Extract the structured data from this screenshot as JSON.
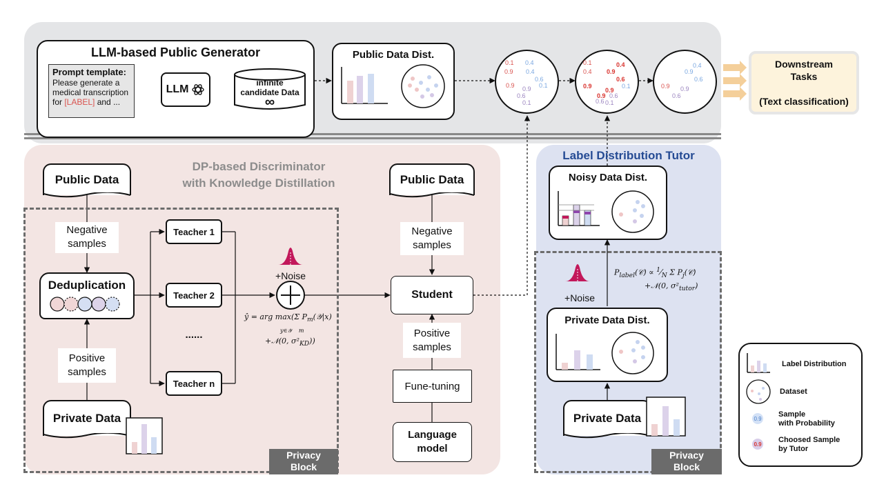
{
  "generator": {
    "title": "LLM-based Public Generator",
    "prompt_title": "Prompt template:",
    "prompt_line1": "Please generate a",
    "prompt_line2": "medical transcription",
    "prompt_line3a": "for ",
    "prompt_label": "[LABEL]",
    "prompt_line3b": " and ...",
    "llm": "LLM",
    "candidate_line1": "infinite",
    "candidate_line2": "candidate Data",
    "infinity": "∞",
    "public_dist": "Public Data Dist."
  },
  "scatter1": [
    "0.1",
    "0.4",
    "0.9",
    "0.4",
    "0.6",
    "0.9",
    "0.1",
    "0.9",
    "0.6",
    "0.1"
  ],
  "scatter2": [
    "0.1",
    "0.4",
    "0.4",
    "0.9",
    "0.9",
    "0.6",
    "0.9",
    "0.1",
    "0.9",
    "0.6",
    "0.6",
    "0.1"
  ],
  "scatter3": [
    "0.4",
    "0.9",
    "0.6",
    "0.9",
    "0.9",
    "0.6"
  ],
  "downstream": {
    "line1": "Downstream",
    "line2": "Tasks",
    "line3": "(Text classification)"
  },
  "dp": {
    "title_line1": "DP-based Discriminator",
    "title_line2": "with Knowledge Distillation",
    "public_data": "Public Data",
    "negative": "Negative\nsamples",
    "dedup": "Deduplication",
    "positive": "Positive\nsamples",
    "private_data": "Private Data",
    "teacher1": "Teacher 1",
    "teacher2": "Teacher 2",
    "ellipsis": "......",
    "teacher_n": "Teacher n",
    "noise": "+Noise",
    "privacy_block": "Privacy\nBlock"
  },
  "student_side": {
    "public_data": "Public Data",
    "negative": "Negative\nsamples",
    "student": "Student",
    "positive": "Positive\nsamples",
    "finetune": "Fune-tuning",
    "lm": "Language\nmodel"
  },
  "tutor": {
    "title": "Label Distribution Tutor",
    "noisy": "Noisy Data Dist.",
    "noise": "+Noise",
    "private_dist": "Private Data Dist.",
    "private_data": "Private Data",
    "privacy_block": "Privacy\nBlock"
  },
  "legend": {
    "label_dist": "Label Distribution",
    "dataset": "Dataset",
    "sample": "Sample\nwith  Probability",
    "chosen": "Choosed Sample\nby Tutor",
    "sample_value": "0.9",
    "chosen_value": "0.9"
  },
  "colors": {
    "red": "#d9534f",
    "blue": "#7aa7e0",
    "purple": "#9a84bf",
    "pink": "#e8b3b3",
    "pale_blue": "#c5d3ef",
    "pale_purple": "#cfc3e3"
  }
}
